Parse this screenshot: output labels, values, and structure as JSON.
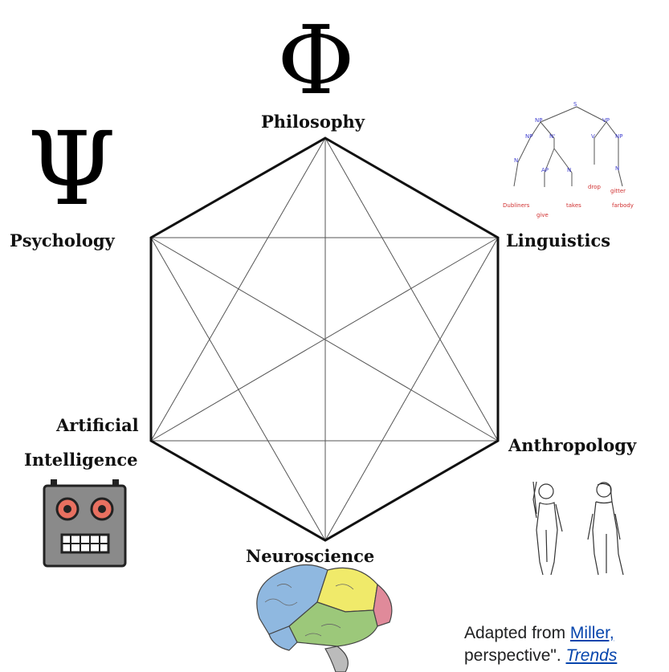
{
  "diagram": {
    "nodes": [
      {
        "id": "philosophy",
        "label": "Philosophy",
        "symbol": "Φ"
      },
      {
        "id": "linguistics",
        "label": "Linguistics"
      },
      {
        "id": "anthropology",
        "label": "Anthropology"
      },
      {
        "id": "neuroscience",
        "label": "Neuroscience"
      },
      {
        "id": "ai",
        "label_lines": [
          "Artificial",
          "Intelligence"
        ]
      },
      {
        "id": "psychology",
        "label": "Psychology",
        "symbol": "Ψ"
      }
    ],
    "edges": "complete graph: every pair of the six disciplines connected; outer hexagon drawn bold",
    "illustrations": {
      "linguistics": "syntax-tree-icon",
      "anthropology": "human-figures-icon",
      "neuroscience": "brain-icon",
      "ai": "robot-icon"
    },
    "tree_words": [
      "Dubliners",
      "give",
      "takes",
      "farbody",
      "drop",
      "gitter"
    ]
  },
  "caption": {
    "prefix": "Adapted from ",
    "link": "Miller,",
    "line2_prefix": "perspective\". ",
    "journal": "Trends"
  }
}
